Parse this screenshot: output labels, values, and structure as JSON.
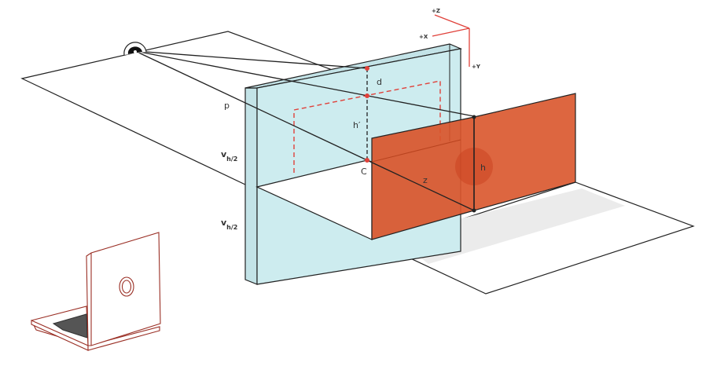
{
  "labels": {
    "p": "p",
    "v_main": "v",
    "v_sub": "h/2",
    "c": "C",
    "h_prime": "h′",
    "d": "d",
    "z": "z",
    "h": "h"
  },
  "axes": {
    "z": "+Z",
    "x": "+X",
    "y": "+Y"
  },
  "colors": {
    "glass": "#cdecef",
    "screen": "#d9552b",
    "accent_red": "#e0413a",
    "laptop": "#9a2f25",
    "shadow": "#ebebeb"
  }
}
